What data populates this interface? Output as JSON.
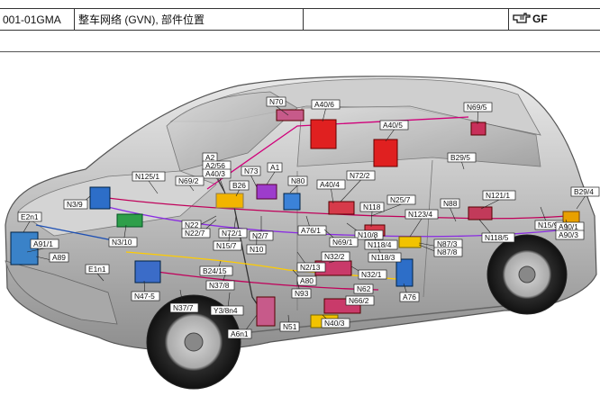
{
  "header": {
    "code": "001-01GMA",
    "title": "整车网络 (GVN), 部件位置",
    "empty_cell": "",
    "logo_text": "GF",
    "logo_icon": "pointing-hand-icon"
  },
  "labels": [
    {
      "id": "N70",
      "text": "N70"
    },
    {
      "id": "A40_6",
      "text": "A40/6"
    },
    {
      "id": "N69_5",
      "text": "N69/5"
    },
    {
      "id": "A40_5",
      "text": "A40/5"
    },
    {
      "id": "B29_5",
      "text": "B29/5"
    },
    {
      "id": "A2",
      "text": "A2"
    },
    {
      "id": "A2_56",
      "text": "A2/56"
    },
    {
      "id": "A40_3",
      "text": "A40/3"
    },
    {
      "id": "N73",
      "text": "N73"
    },
    {
      "id": "A1",
      "text": "A1"
    },
    {
      "id": "N125_1",
      "text": "N125/1"
    },
    {
      "id": "N69_2",
      "text": "N69/2"
    },
    {
      "id": "B26",
      "text": "B26"
    },
    {
      "id": "N80",
      "text": "N80"
    },
    {
      "id": "N72_2",
      "text": "N72/2"
    },
    {
      "id": "A40_4",
      "text": "A40/4"
    },
    {
      "id": "N3_9",
      "text": "N3/9"
    },
    {
      "id": "N25_7",
      "text": "N25/7"
    },
    {
      "id": "N118",
      "text": "N118"
    },
    {
      "id": "N121_1",
      "text": "N121/1"
    },
    {
      "id": "B29_4",
      "text": "B29/4"
    },
    {
      "id": "E2n1",
      "text": "E2n1"
    },
    {
      "id": "N88",
      "text": "N88"
    },
    {
      "id": "N123_4",
      "text": "N123/4"
    },
    {
      "id": "N22",
      "text": "N22"
    },
    {
      "id": "N22_7",
      "text": "N22/7"
    },
    {
      "id": "N72_1",
      "text": "N72/1"
    },
    {
      "id": "N2_7",
      "text": "N2/7"
    },
    {
      "id": "A76_1",
      "text": "A76/1"
    },
    {
      "id": "N10_8",
      "text": "N10/8"
    },
    {
      "id": "N3_10",
      "text": "N3/10"
    },
    {
      "id": "N15_9",
      "text": "N15/9"
    },
    {
      "id": "A90_1",
      "text": "A90/1"
    },
    {
      "id": "A90_3",
      "text": "A90/3"
    },
    {
      "id": "N118_5",
      "text": "N118/5"
    },
    {
      "id": "A91_1",
      "text": "A91/1"
    },
    {
      "id": "N15_7",
      "text": "N15/7"
    },
    {
      "id": "N69_1",
      "text": "N69/1"
    },
    {
      "id": "N118_4",
      "text": "N118/4"
    },
    {
      "id": "N87_3",
      "text": "N87/3"
    },
    {
      "id": "N87_8",
      "text": "N87/8"
    },
    {
      "id": "A89",
      "text": "A89"
    },
    {
      "id": "N10",
      "text": "N10"
    },
    {
      "id": "N32_2",
      "text": "N32/2"
    },
    {
      "id": "N118_3",
      "text": "N118/3"
    },
    {
      "id": "E1n1",
      "text": "E1n1"
    },
    {
      "id": "B24_15",
      "text": "B24/15"
    },
    {
      "id": "N2_13",
      "text": "N2/13"
    },
    {
      "id": "N32_1",
      "text": "N32/1"
    },
    {
      "id": "A80",
      "text": "A80"
    },
    {
      "id": "N37_8",
      "text": "N37/8"
    },
    {
      "id": "N62",
      "text": "N62"
    },
    {
      "id": "N47_5",
      "text": "N47-5"
    },
    {
      "id": "N93",
      "text": "N93"
    },
    {
      "id": "A76",
      "text": "A76"
    },
    {
      "id": "N66_2",
      "text": "N66/2"
    },
    {
      "id": "N37_7",
      "text": "N37/7"
    },
    {
      "id": "Y3_8n4",
      "text": "Y3/8n4"
    },
    {
      "id": "N40_3",
      "text": "N40/3"
    },
    {
      "id": "N51",
      "text": "N51"
    },
    {
      "id": "A6n1",
      "text": "A6n1"
    }
  ]
}
